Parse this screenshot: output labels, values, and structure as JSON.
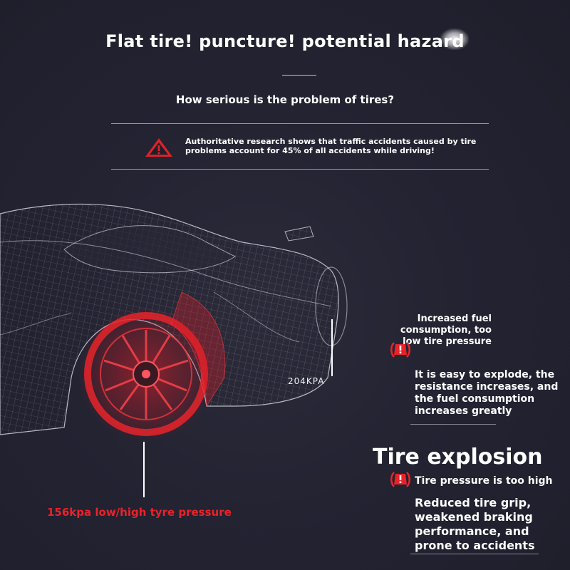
{
  "header": {
    "title": "Flat tire! puncture! potential hazard",
    "subtitle": "How serious is the problem of tires?"
  },
  "warning": {
    "icon": "warning-triangle-icon",
    "text": "Authoritative research shows that traffic accidents caused by tire problems account for 45% of all accidents while driving!"
  },
  "pressure_labels": {
    "normal": "204KPA",
    "low": "156kpa low/high tyre pressure"
  },
  "low_pressure": {
    "icon": "tpms-warning-icon",
    "title": "Increased fuel consumption, too low tire pressure",
    "description": "It is easy to explode, the resistance increases, and the fuel consumption increases greatly"
  },
  "high_pressure": {
    "heading": "Tire explosion",
    "icon": "tpms-warning-icon",
    "title": "Tire pressure is too high",
    "description": "Reduced tire grip, weakened braking performance, and prone to accidents"
  },
  "colors": {
    "background": "#22222f",
    "accent_red": "#e8232a",
    "text": "#ffffff"
  }
}
